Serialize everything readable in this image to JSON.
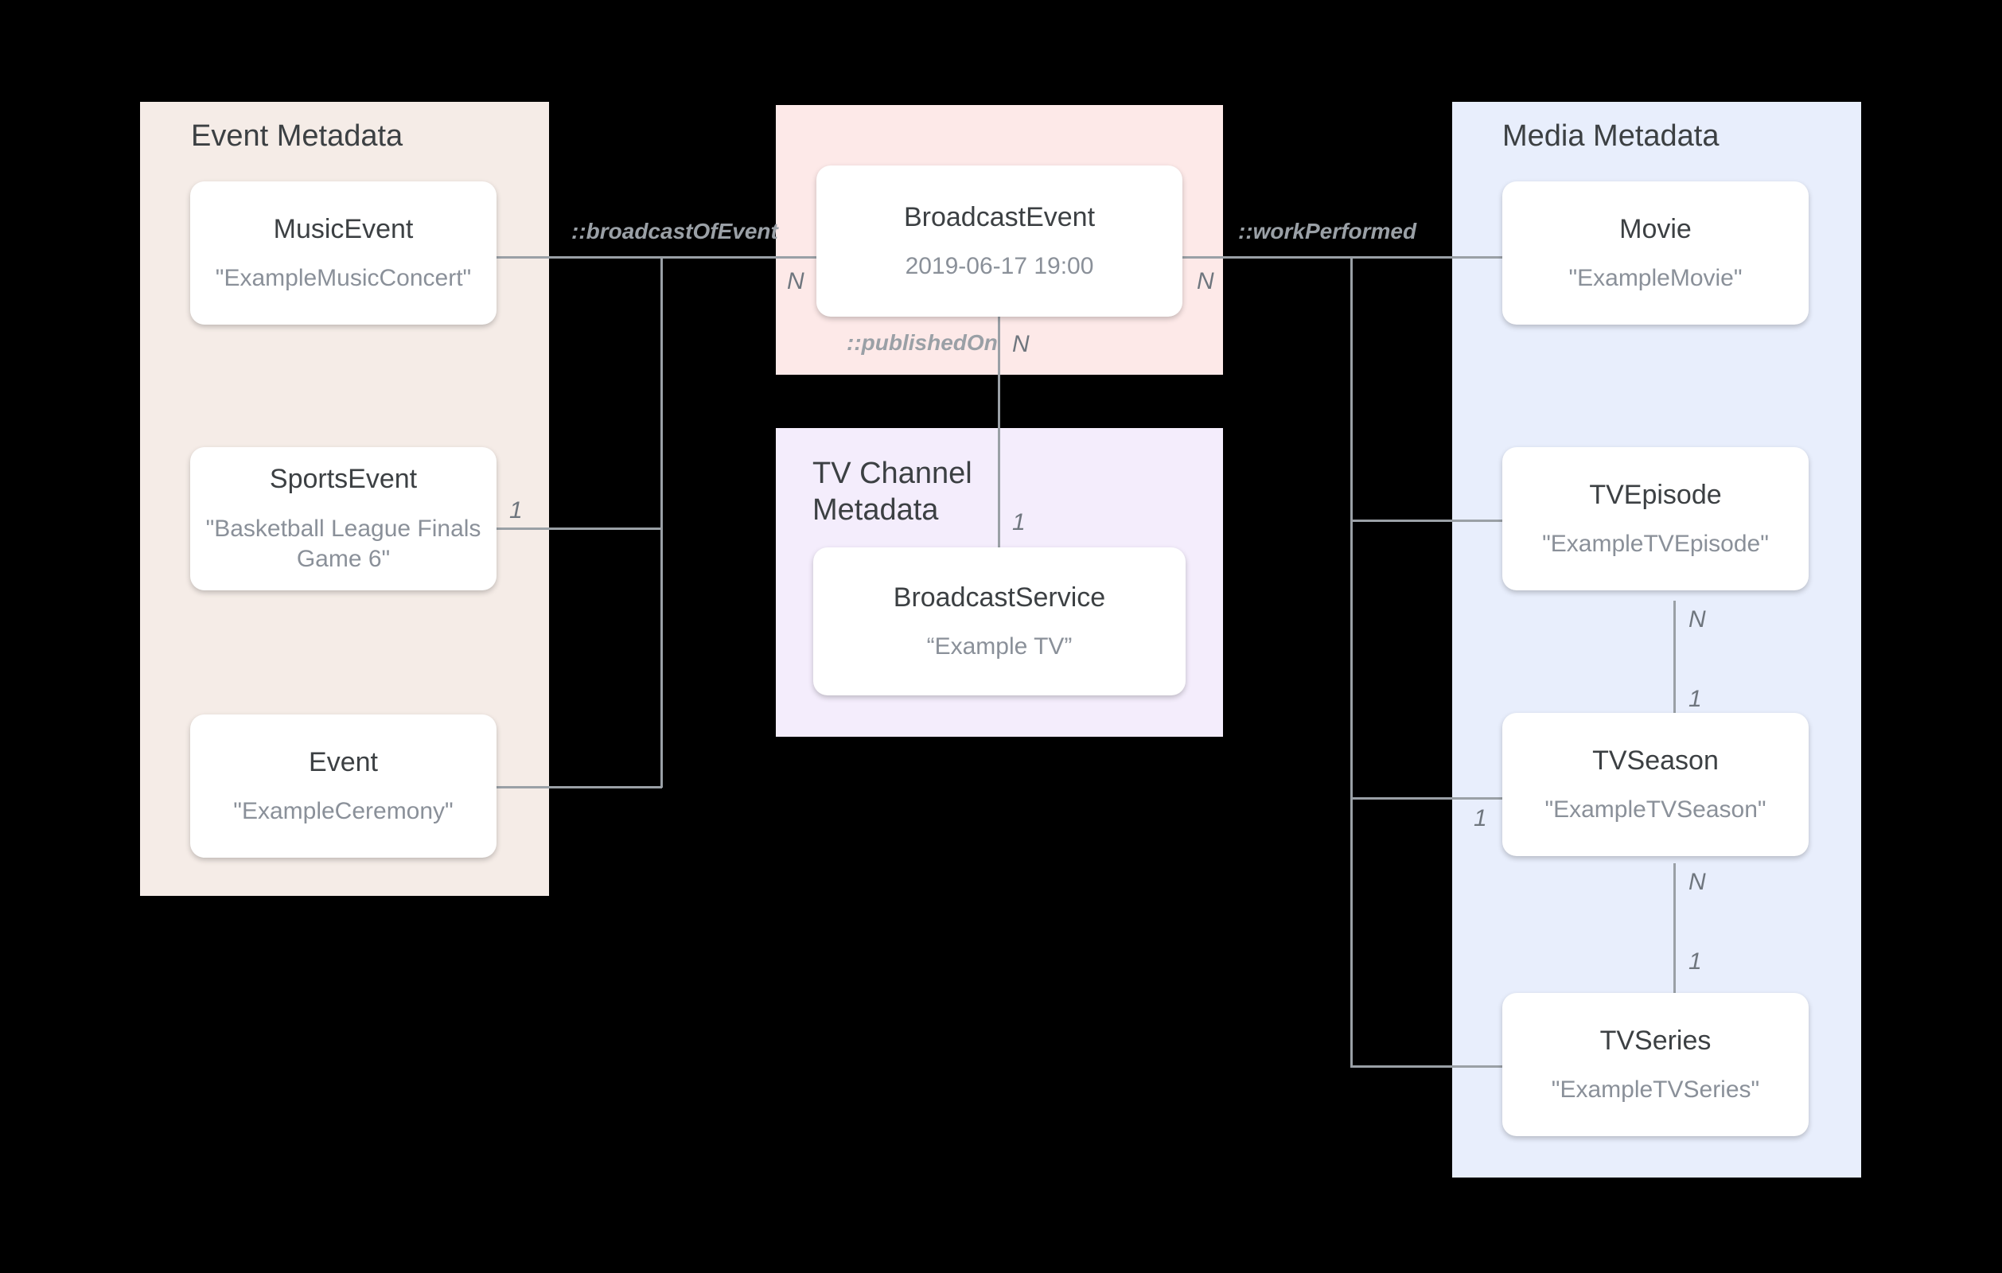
{
  "diagram": {
    "title_event": "Event Metadata",
    "title_tv": "TV Channel\nMetadata",
    "title_media": "Media Metadata",
    "colors": {
      "event_panel": "#f5ece7",
      "broadcast_panel": "#fde9e8",
      "tv_panel": "#f4edfc",
      "media_panel": "#e8eefc",
      "node_bg": "#ffffff",
      "line": "#9aa0a6",
      "title_text": "#3c4043",
      "value_text": "#8a9099",
      "label_text": "#9aa0a6"
    }
  },
  "nodes": {
    "music_event": {
      "type": "MusicEvent",
      "value": "\"ExampleMusicConcert\""
    },
    "sports_event": {
      "type": "SportsEvent",
      "value": "\"Basketball League Finals Game 6\""
    },
    "event": {
      "type": "Event",
      "value": "\"ExampleCeremony\""
    },
    "broadcast_event": {
      "type": "BroadcastEvent",
      "value": "2019-06-17 19:00"
    },
    "broadcast_service": {
      "type": "BroadcastService",
      "value": "“Example TV”"
    },
    "movie": {
      "type": "Movie",
      "value": "\"ExampleMovie\""
    },
    "tv_episode": {
      "type": "TVEpisode",
      "value": "\"ExampleTVEpisode\""
    },
    "tv_season": {
      "type": "TVSeason",
      "value": "\"ExampleTVSeason\""
    },
    "tv_series": {
      "type": "TVSeries",
      "value": "\"ExampleTVSeries\""
    }
  },
  "relations": {
    "broadcast_of_event": "::broadcastOfEvent",
    "published_on": "::publishedOn",
    "work_performed": "::workPerformed"
  },
  "cardinalities": {
    "broadcast_event_left_n": "N",
    "broadcast_event_right_n": "N",
    "published_on_n": "N",
    "broadcast_service_1": "1",
    "sports_event_1": "1",
    "tv_episode_n": "N",
    "tv_season_1": "1",
    "tv_season_left_1": "1",
    "tv_season_n": "N",
    "tv_series_1": "1"
  }
}
